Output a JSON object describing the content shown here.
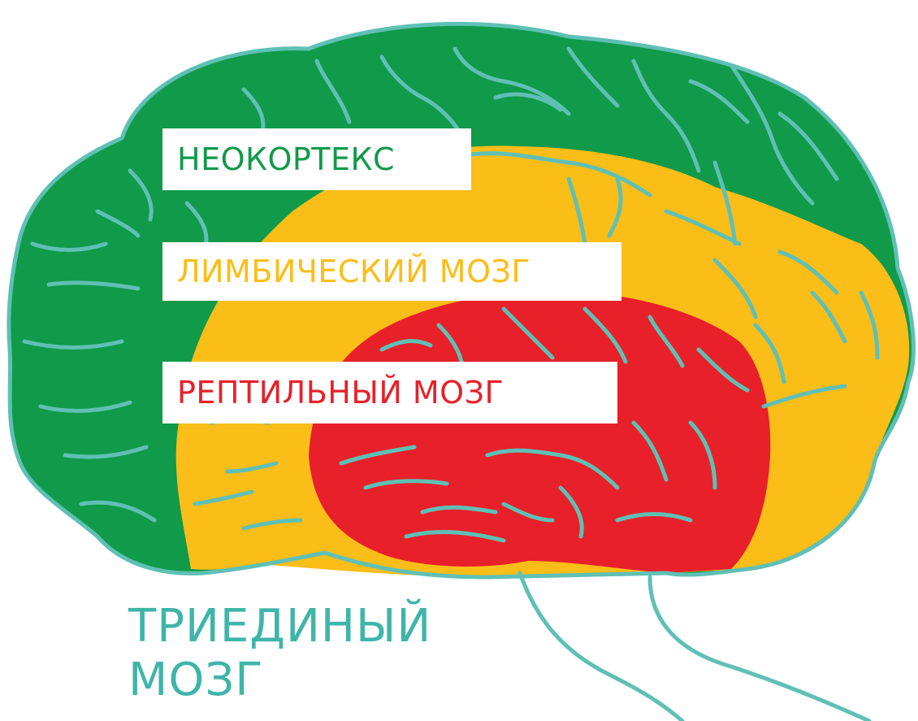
{
  "colors": {
    "outline": "#5fc0b5",
    "neocortex": "#109a4a",
    "limbic": "#fbbd18",
    "reptilian": "#e8202a",
    "title": "#3fb5a9"
  },
  "labels": {
    "neocortex": "НЕОКОРТЕКС",
    "limbic": "ЛИМБИЧЕСКИЙ МОЗГ",
    "reptilian": "РЕПТИЛЬНЫЙ МОЗГ"
  },
  "title": {
    "line1": "ТРИЕДИНЫЙ",
    "line2": "МОЗГ"
  }
}
